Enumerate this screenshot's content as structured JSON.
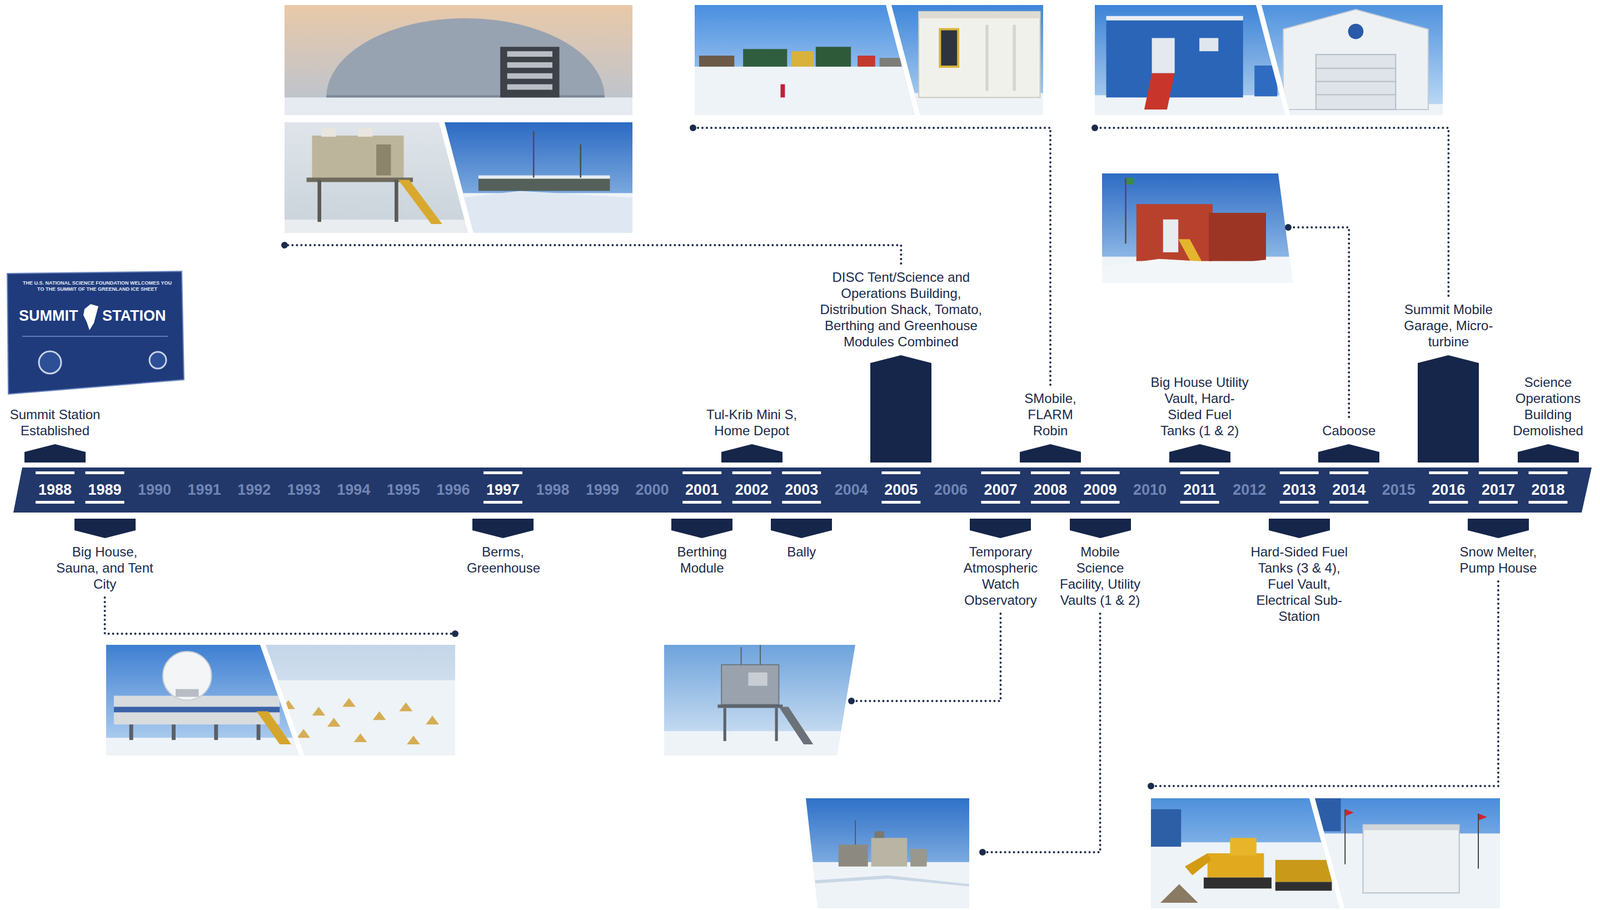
{
  "diagram": {
    "nodes": [
      {
        "text": [
          "Summit Station Established"
        ]
      },
      {
        "text": [
          "Big House, Sauna, and Tent City"
        ]
      },
      {
        "text": [
          "Berms, Greenhouse"
        ]
      },
      {
        "text": [
          "Berthing Module"
        ]
      },
      {
        "text": [
          "Tul-Krib Mini S, Home Depot"
        ]
      },
      {
        "text": [
          "Bally"
        ]
      },
      {
        "text": [
          "DISC Tent/Science and Operations Building, Distribution Shack, Tomato, Berthing and Greenhouse Modules Combined"
        ]
      },
      {
        "text": [
          "Temporary Atmospheric Watch Observatory"
        ]
      },
      {
        "text": [
          "SMobile, FLARM Robin"
        ]
      },
      {
        "text": [
          "Mobile Science Facility, Utility Vaults (1 & 2)"
        ]
      },
      {
        "text": [
          "Big House Utility Vault, Hard-Sided Fuel Tanks (1 & 2)"
        ]
      },
      {
        "text": [
          "Hard-Sided Fuel Tanks (3 & 4), Fuel Vault, Electrical Sub-Station"
        ]
      },
      {
        "text": [
          "Caboose"
        ]
      },
      {
        "text": [
          "Summit Mobile Garage, Micro-turbine"
        ]
      },
      {
        "text": [
          "Snow Melter, Pump House"
        ]
      },
      {
        "text": [
          "Science Operations Building Demolished"
        ]
      }
    ],
    "labels": [
      "1988",
      "1989",
      "1990",
      "1991",
      "1992",
      "1993",
      "1994",
      "1995",
      "1996",
      "1997",
      "1998",
      "1999",
      "2000",
      "2001",
      "2002",
      "2003",
      "2004",
      "2005",
      "2006",
      "2007",
      "2008",
      "2009",
      "2010",
      "2011",
      "2012",
      "2013",
      "2014",
      "2015",
      "2016",
      "2017",
      "2018",
      "THE U.S. NATIONAL SCIENCE FOUNDATION WELCOMES YOU TO THE SUMMIT OF THE GREENLAND ICE SHEET",
      "SUMMIT",
      "STATION"
    ]
  }
}
